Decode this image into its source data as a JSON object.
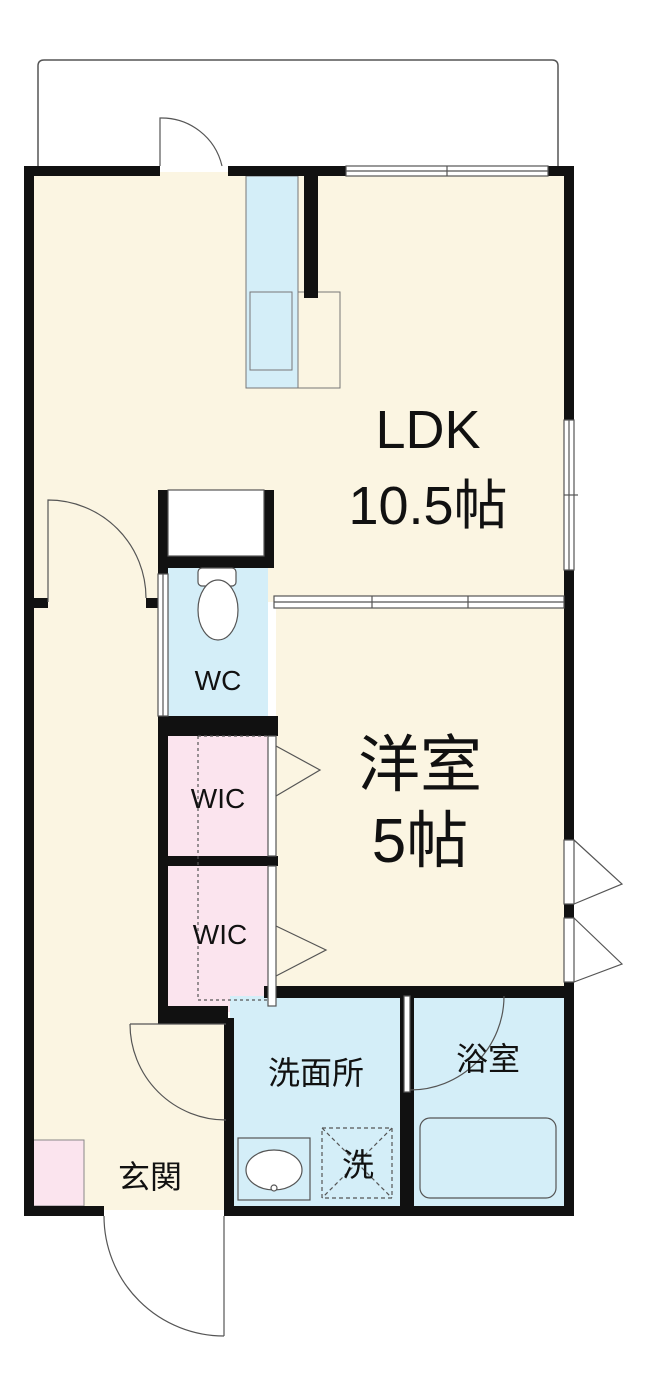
{
  "rooms": {
    "ldk": {
      "name": "LDK",
      "size": "10.5帖"
    },
    "western": {
      "name": "洋室",
      "size": "5帖"
    },
    "wc": {
      "name": "WC"
    },
    "wic_upper": {
      "name": "WIC"
    },
    "wic_lower": {
      "name": "WIC"
    },
    "washroom": {
      "name": "洗面所"
    },
    "bathroom": {
      "name": "浴室"
    },
    "washer": {
      "name": "洗"
    },
    "entrance": {
      "name": "玄関"
    }
  },
  "colors": {
    "floor": "#fbf5e2",
    "water": "#d4eef8",
    "closet": "#fbe4ee",
    "wall": "#111111"
  }
}
